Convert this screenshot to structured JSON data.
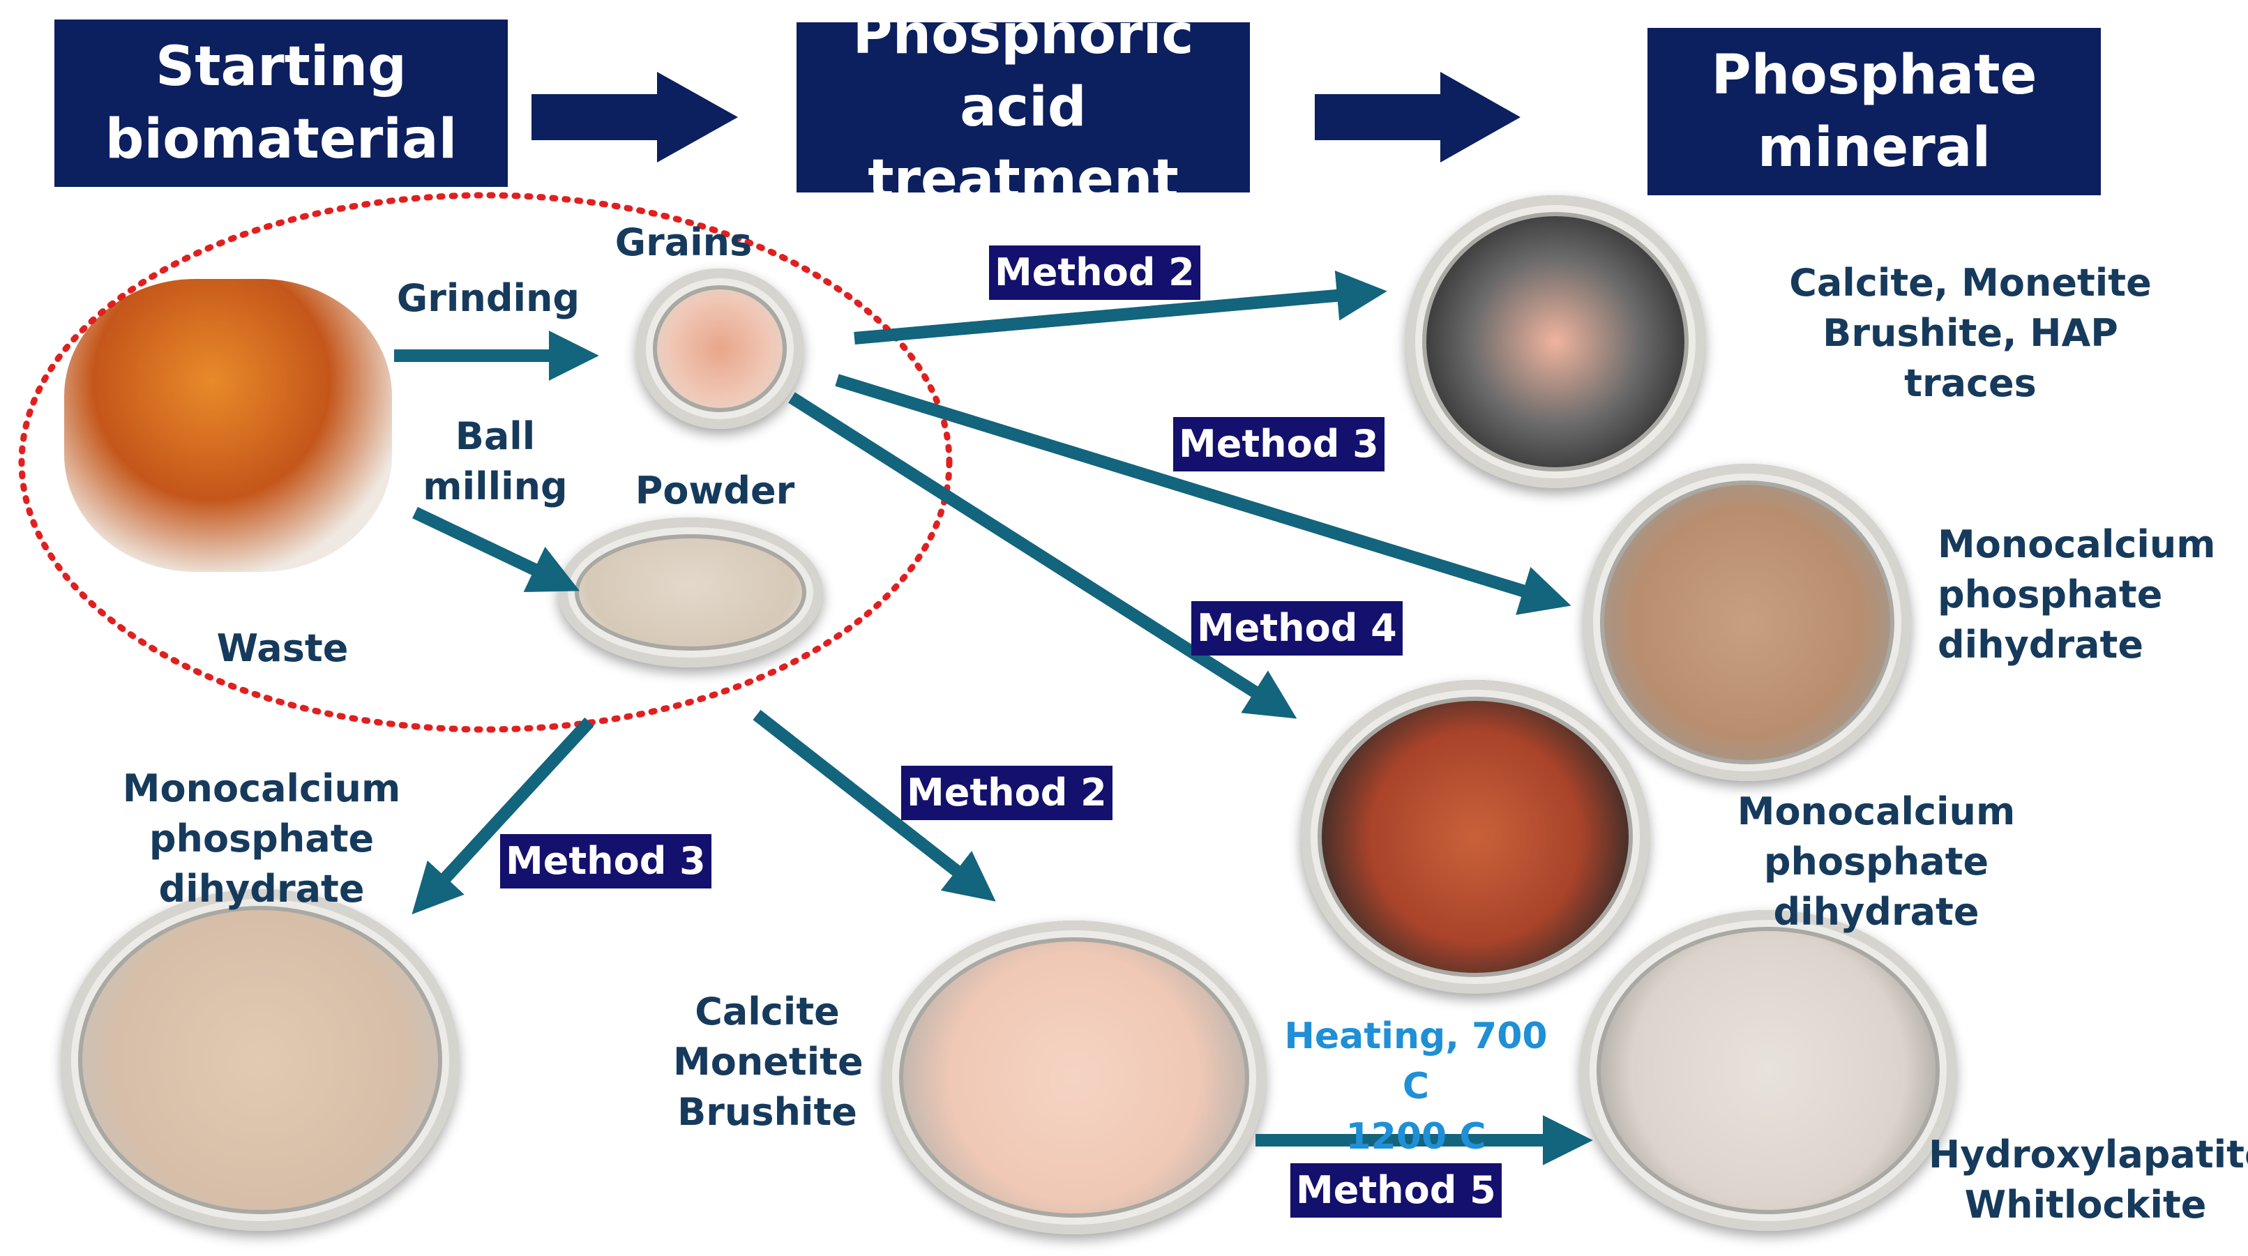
{
  "headers": {
    "start": "Starting\nbiomaterial",
    "acid": "Phosphoric\nacid treatment",
    "mineral": "Phosphate\nmineral"
  },
  "labels": {
    "grinding": "Grinding",
    "grains": "Grains",
    "ball_milling": "Ball\nmilling",
    "powder": "Powder",
    "waste": "Waste",
    "result_grains_m2": "Calcite, Monetite\nBrushite, HAP traces",
    "result_grains_m3": "Monocalcium\nphosphate\ndihydrate",
    "result_grains_m4": "Monocalcium\nphosphate dihydrate",
    "result_powder_m3": "Monocalcium\nphosphate dihydrate",
    "result_powder_m2": "Calcite\nMonetite\nBrushite",
    "result_m5": "Hydroxylapatite\nWhitlockite",
    "heating": "Heating, 700 C\n1200 C"
  },
  "methods": {
    "grains_m2": "Method 2",
    "grains_m3": "Method 3",
    "grains_m4": "Method 4",
    "powder_m3": "Method 3",
    "powder_m2": "Method 2",
    "m5": "Method 5"
  },
  "colors": {
    "header_bg": "#0c1f5e",
    "method_tag_bg": "#14106e",
    "arrow": "#13647d",
    "header_arrow": "#0c1f5e",
    "label_text": "#163a5c",
    "heating_text": "#1f8fd6",
    "dotted_ellipse": "#e02020"
  }
}
